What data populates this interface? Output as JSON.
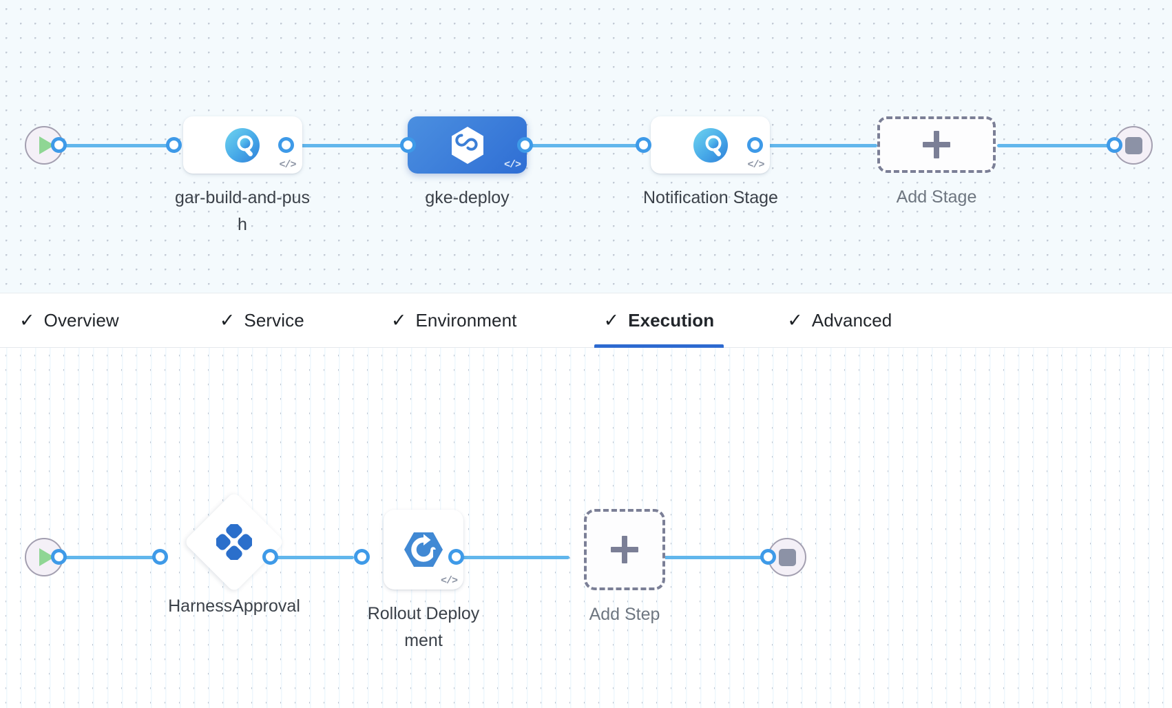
{
  "theme": {
    "canvas_stages_bg": "#f4fafd",
    "canvas_steps_bg": "#ffffff",
    "link_color": "#61b6ec",
    "port_color": "#3e9ae8",
    "selected_node_bg": "#2f6ed4",
    "active_tab_underline": "#2d6ad0",
    "dashed_border": "#7b7f96",
    "label_color": "#3b4149",
    "start_icon_color": "#8fd694",
    "stop_icon_color": "#8c92a6"
  },
  "stages_canvas": {
    "name": "pipeline-stages",
    "start_node": {
      "icon": "play-icon",
      "label": ""
    },
    "end_node": {
      "icon": "stop-icon",
      "label": ""
    },
    "nodes": [
      {
        "id": "gar-build-and-push",
        "label": "gar-build-and-push",
        "icon": "gar-build-icon",
        "badge": "</>",
        "selected": false,
        "type": "stage"
      },
      {
        "id": "gke-deploy",
        "label": "gke-deploy",
        "icon": "harness-deploy-hexagon-icon",
        "badge": "</>",
        "selected": true,
        "type": "stage"
      },
      {
        "id": "notification-stage",
        "label": "Notification Stage",
        "icon": "gar-build-icon",
        "badge": "</>",
        "selected": false,
        "type": "stage"
      }
    ],
    "add_node": {
      "id": "add-stage",
      "label": "Add Stage",
      "icon": "plus-icon"
    }
  },
  "tabs": {
    "items": [
      {
        "id": "overview",
        "label": "Overview",
        "check": "✓",
        "active": false
      },
      {
        "id": "service",
        "label": "Service",
        "check": "✓",
        "active": false
      },
      {
        "id": "environment",
        "label": "Environment",
        "check": "✓",
        "active": false
      },
      {
        "id": "execution",
        "label": "Execution",
        "check": "✓",
        "active": true
      },
      {
        "id": "advanced",
        "label": "Advanced",
        "check": "✓",
        "active": false
      }
    ]
  },
  "steps_canvas": {
    "name": "execution-steps",
    "start_node": {
      "icon": "play-icon",
      "label": ""
    },
    "end_node": {
      "icon": "stop-icon",
      "label": ""
    },
    "nodes": [
      {
        "id": "harness-approval",
        "label": "HarnessApproval",
        "icon": "harness-approval-icon",
        "shape": "diamond",
        "badge": ""
      },
      {
        "id": "rollout-deployment",
        "label": "Rollout Deployment",
        "icon": "rollout-deployment-icon",
        "shape": "square",
        "badge": "</>"
      }
    ],
    "add_node": {
      "id": "add-step",
      "label": "Add Step",
      "icon": "plus-icon"
    }
  }
}
